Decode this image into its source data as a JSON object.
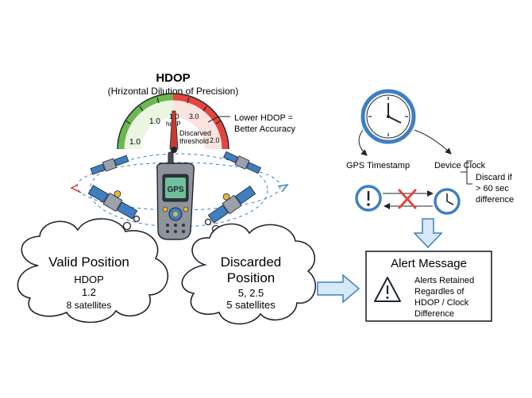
{
  "gauge": {
    "title": "HDOP",
    "subtitle": "(Hrizontal Dilution of Precision)",
    "tick_labels": [
      "1.0",
      "1.0",
      "1.0",
      "3.0",
      "2.0"
    ],
    "center_label": "hdoP",
    "threshold_label_line1": "Discarved",
    "threshold_label_line2": "threshold",
    "annotation_line1": "Lower HDOP =",
    "annotation_line2": "Better Accuracy",
    "colors": {
      "good": "#6ab84e",
      "bad": "#e2463f",
      "needle": "#c93a2c"
    }
  },
  "device": {
    "screen_text": "GPS",
    "screen_color": "#6fbf9a"
  },
  "valid_cloud": {
    "title": "Valid Position",
    "label": "HDOP",
    "value": "1.2",
    "satellites": "8 satellites"
  },
  "discarded_cloud": {
    "title_line1": "Discarded",
    "title_line2": "Position",
    "value": "5, 2.5",
    "satellites": "5 satellites"
  },
  "time_check": {
    "gps_label": "GPS Timestamp",
    "device_label": "Device Clock",
    "rule_line1": "Discard if",
    "rule_line2": "> 60 sec",
    "rule_line3": "difference",
    "icon_gps": "exclamation-icon",
    "icon_device": "clock-icon",
    "mismatch_color": "#e2463f"
  },
  "alert": {
    "title": "Alert Message",
    "line1": "Alerts Retained",
    "line2": "Regardles of",
    "line3": "HDOP / Clock",
    "line4": "Difference",
    "icon": "warning-icon"
  },
  "colors": {
    "accent_blue": "#3f7fc1",
    "arrow_fill": "#d6e9f7",
    "ink": "#1f2430"
  }
}
